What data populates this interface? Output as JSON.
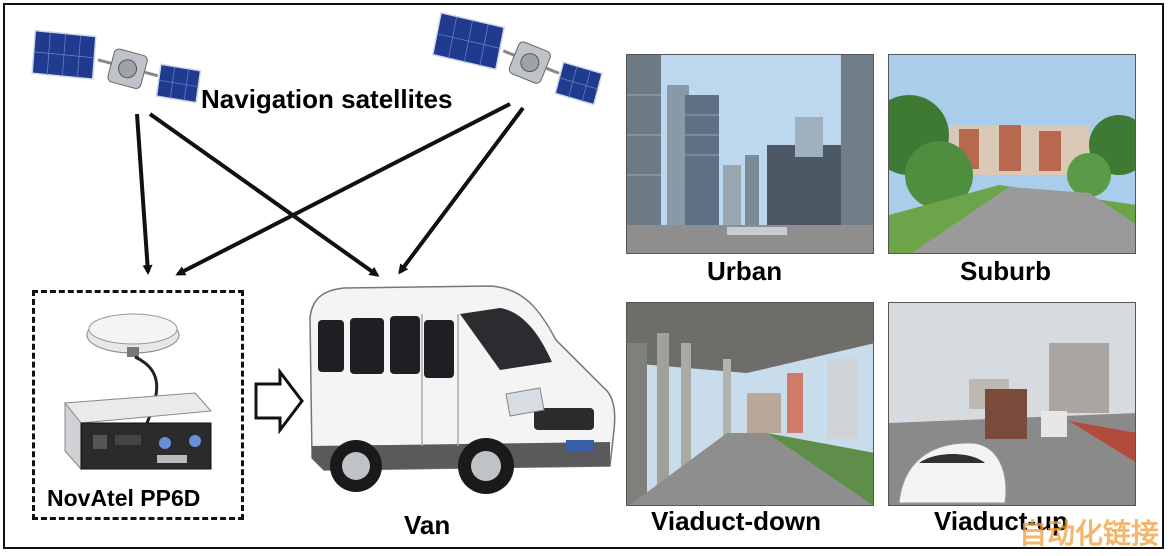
{
  "labels": {
    "satellites": "Navigation satellites",
    "receiver": "NovAtel PP6D",
    "vehicle": "Van",
    "scenes": [
      "Urban",
      "Suburb",
      "Viaduct-down",
      "Viaduct-up"
    ]
  },
  "watermark": "自动化链接",
  "colors": {
    "arrow": "#111111",
    "panel_blue": "#1f3a8f",
    "sky": "#bcd7ee",
    "road": "#8e8e8e",
    "foliage": "#3f7a34"
  },
  "icons": {
    "satellite": "satellite-icon",
    "antenna": "gnss-antenna-icon",
    "receiver": "receiver-icon",
    "van": "van-icon",
    "hollow_arrow": "hollow-right-arrow-icon"
  }
}
